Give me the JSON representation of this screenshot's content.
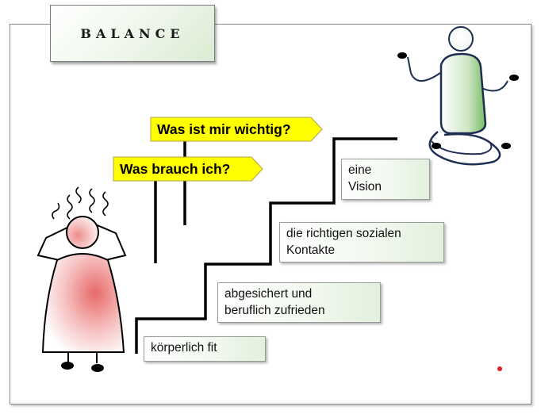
{
  "title": "BALANCE",
  "signs": {
    "top": "Was ist mir wichtig?",
    "bottom": "Was brauch ich?"
  },
  "steps": [
    {
      "line1": "körperlich fit",
      "line2": ""
    },
    {
      "line1": "abgesichert und",
      "line2": "beruflich zufrieden"
    },
    {
      "line1": "die richtigen sozialen",
      "line2": "Kontakte"
    },
    {
      "line1": "eine",
      "line2": "Vision"
    }
  ],
  "colors": {
    "sign_fill": "#ffff00",
    "stressed_figure_accent": "#ee8a8a",
    "calm_figure_accent": "#7cbf6a",
    "calm_figure_outline": "#1e2d52",
    "box_tint": "#e2f0dc"
  }
}
